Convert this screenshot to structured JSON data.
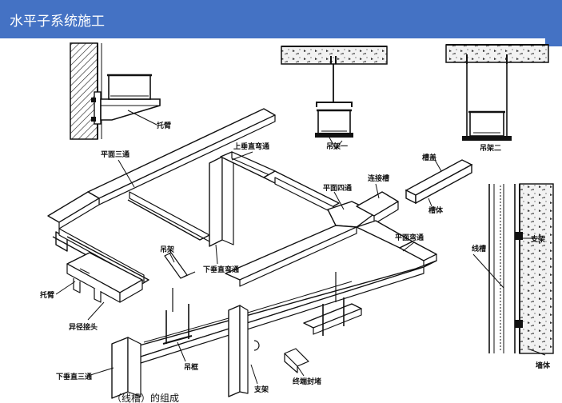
{
  "header": {
    "title": "水平子系统施工",
    "bar_color": "#4472c4"
  },
  "labels": {
    "tuobi_top": "托臂",
    "diaojia_one": "吊架一",
    "diaojia_two": "吊架二",
    "pingmian_santong": "平面三通",
    "shang_chuizhi_wantong": "上垂直弯通",
    "pingmian_sitong": "平面四通",
    "lianjie_cao": "连接槽",
    "caogai": "槽盖",
    "caoti": "槽体",
    "pingmian_wantong": "平面弯通",
    "xia_chuizhi_wantong": "下垂直弯通",
    "diaojia": "吊架",
    "tuobi_bottom": "托臂",
    "yijing_jietou": "异径接头",
    "diaokuang": "吊框",
    "xia_chuizhi_santong": "下垂直三通",
    "zhijia_bottom": "支架",
    "zhongduan_fengdu": "终端封堵",
    "xiancao": "线槽",
    "zhijia_right": "支架",
    "qiangti": "墙体",
    "bottom_caption": "（线槽）的组成"
  }
}
